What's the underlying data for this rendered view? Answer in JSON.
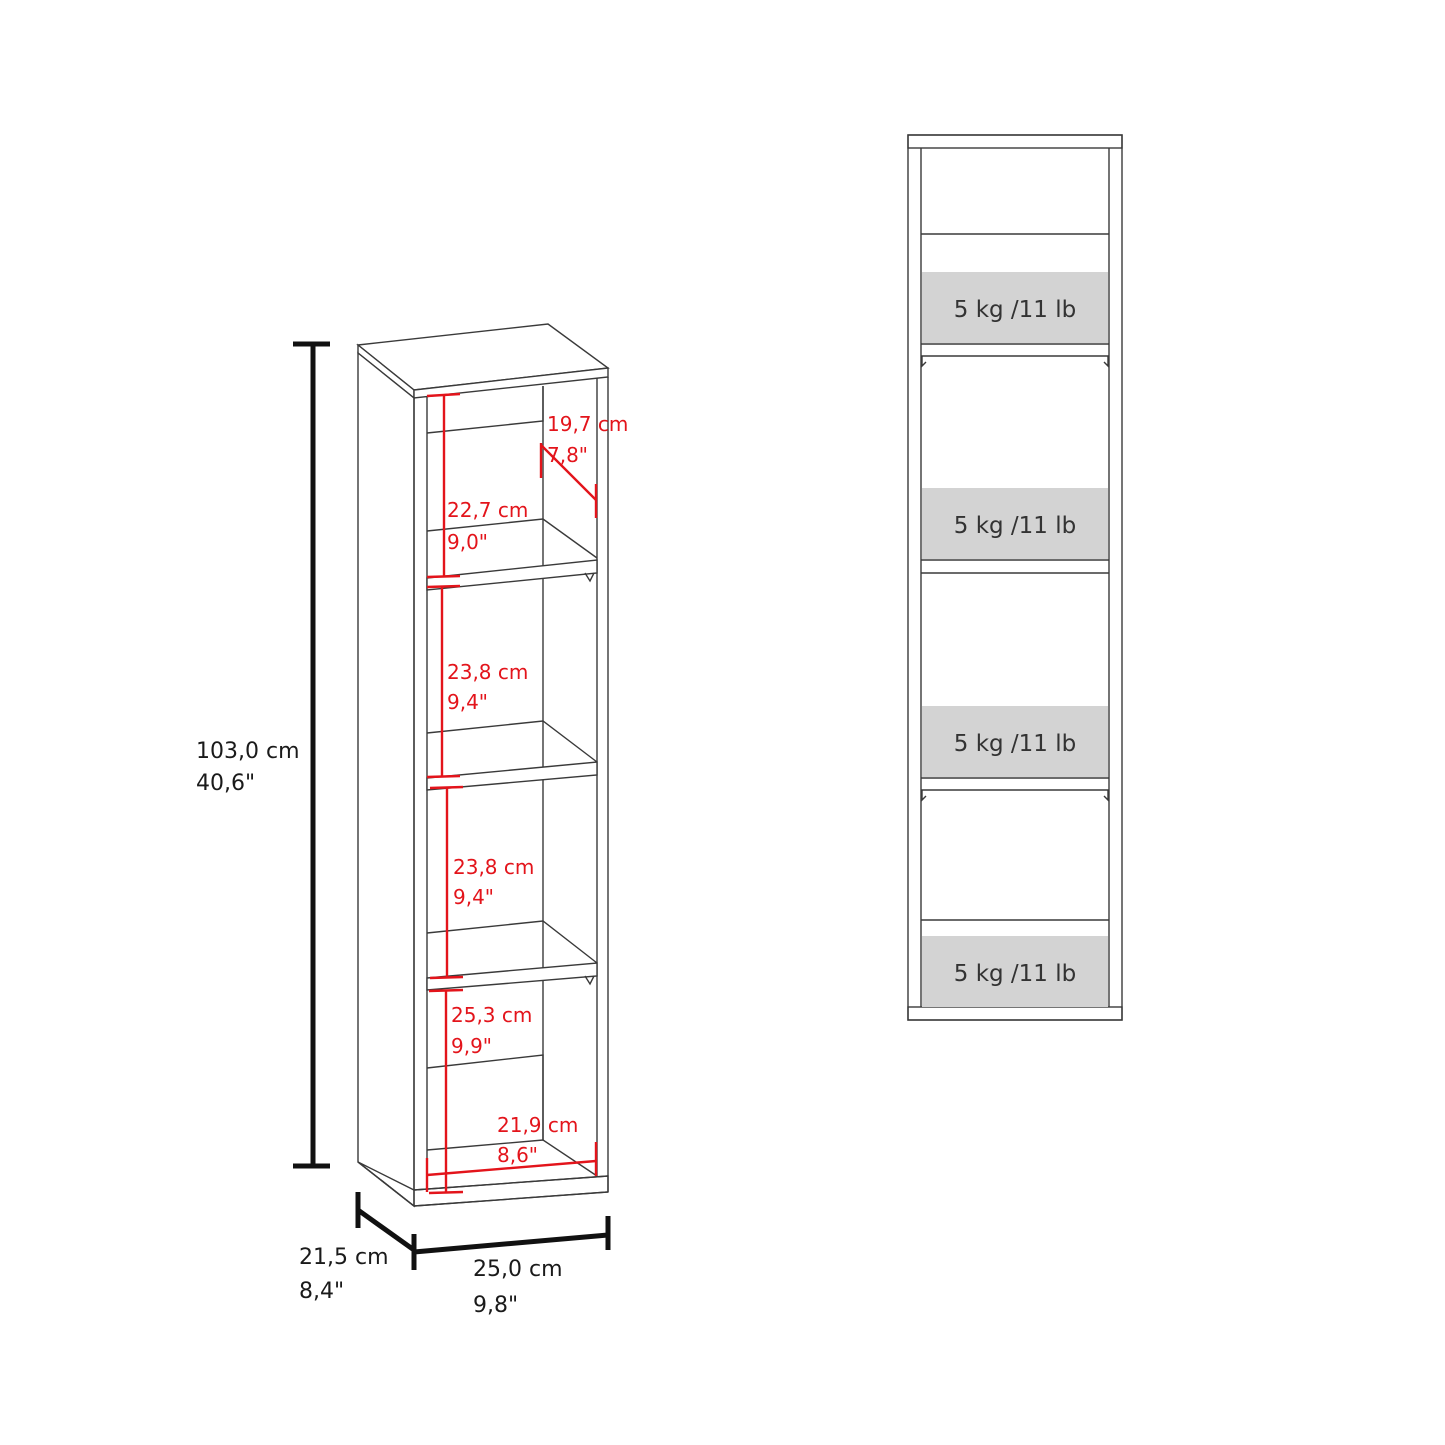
{
  "product_view": {
    "overall_height": {
      "cm": "103,0 cm",
      "in": "40,6\""
    },
    "depth": {
      "cm": "21,5 cm",
      "in": "8,4\""
    },
    "width": {
      "cm": "25,0 cm",
      "in": "9,8\""
    },
    "compartments": [
      {
        "label": "top",
        "cm": "22,7 cm",
        "in": "9,0\""
      },
      {
        "label": "second",
        "cm": "23,8 cm",
        "in": "9,4\""
      },
      {
        "label": "third",
        "cm": "23,8 cm",
        "in": "9,4\""
      },
      {
        "label": "bottom",
        "cm": "25,3 cm",
        "in": "9,9\""
      }
    ],
    "interior_depth": {
      "cm": "19,7 cm",
      "in": "7,8\""
    },
    "interior_width": {
      "cm": "21,9 cm",
      "in": "8,6\""
    }
  },
  "load_view": {
    "shelves": [
      {
        "capacity": "5 kg /11 lb"
      },
      {
        "capacity": "5 kg /11 lb"
      },
      {
        "capacity": "5 kg /11 lb"
      },
      {
        "capacity": "5 kg /11 lb"
      }
    ]
  },
  "colors": {
    "dimension_red": "#e3141b",
    "outline": "#3a3a3a",
    "load_fill": "#d3d3d3"
  }
}
